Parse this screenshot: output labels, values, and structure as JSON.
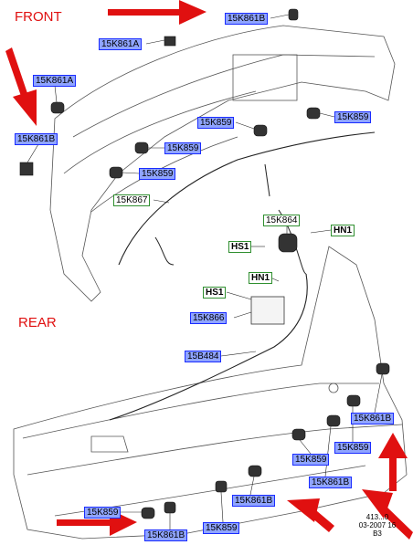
{
  "sections": {
    "front": "FRONT",
    "rear": "REAR"
  },
  "labels": {
    "front_sensor_top": "15K861B",
    "front_bracket_a": "15K861A",
    "front_left_a": "15K861A",
    "front_left_b": "15K861B",
    "front_sensor_1": "15K859",
    "front_sensor_2": "15K859",
    "front_sensor_3": "15K859",
    "front_sensor_4": "15K859",
    "front_harness": "15K867",
    "buzzer": "15K864",
    "hn_top": "HN1",
    "hs_top": "HS1",
    "hn_mid": "HN1",
    "hs_mid": "HS1",
    "module": "15K866",
    "rear_harness": "15B484",
    "rear_right_b": "15K861B",
    "rear_sensor_1": "15K859",
    "rear_sensor_2": "15K859",
    "rear_center_b": "15K861B",
    "rear_mid_b": "15K861B",
    "rear_left_sensor": "15K859",
    "rear_left_b": "15K861B",
    "rear_bottom_sensor": "15K859"
  },
  "reference": {
    "line1": "413...0",
    "line2": "03-2007 16",
    "line3": "B3"
  },
  "colors": {
    "arrow": "#e01010",
    "label_fill": "#8fa4ff",
    "label_border": "#1a2cff",
    "green_border": "#2f8f2f"
  }
}
